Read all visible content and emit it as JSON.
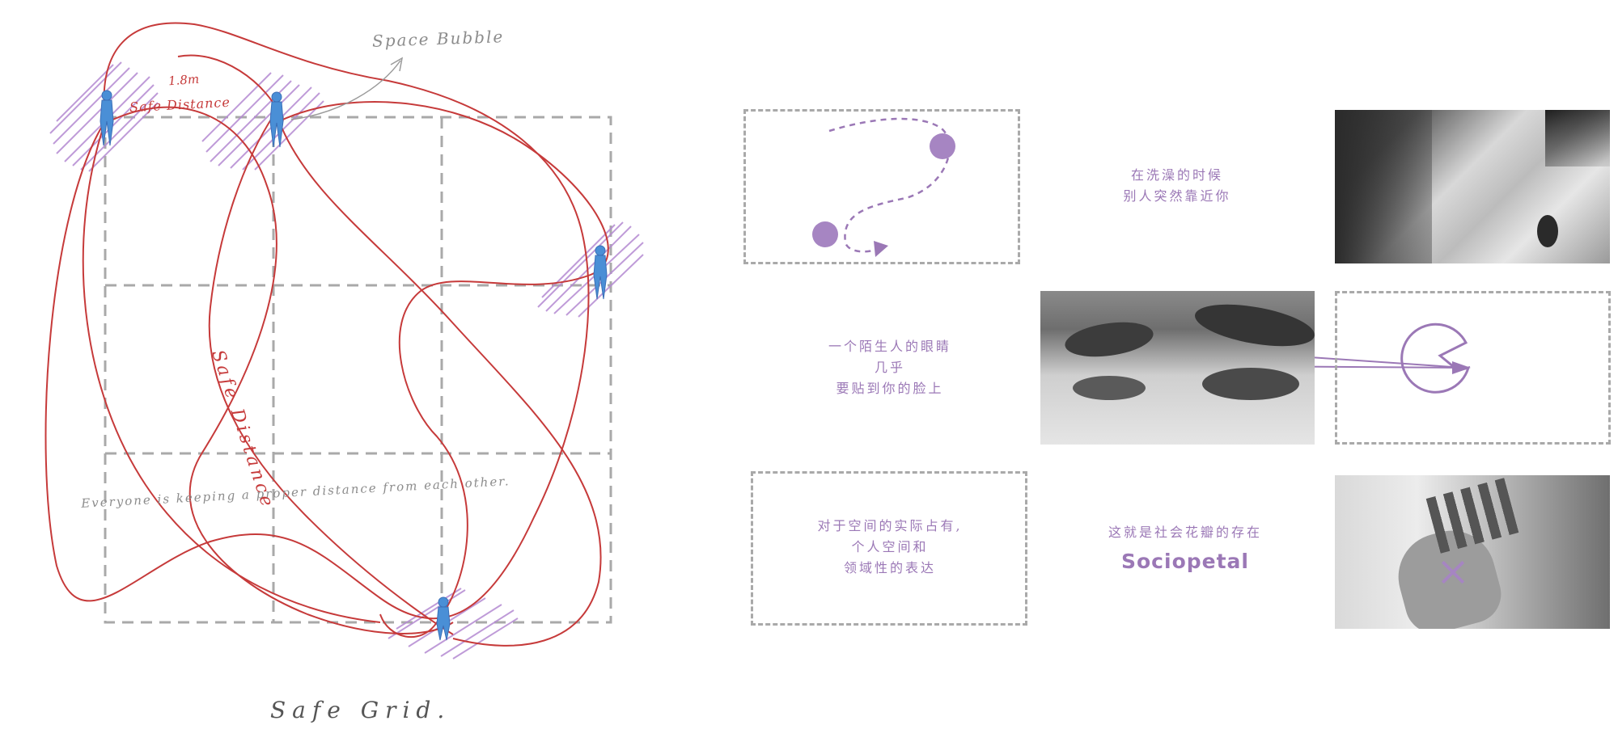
{
  "sketch": {
    "annotation_bubble": "Space Bubble",
    "annotation_distance": "1.8m",
    "annotation_safe_top": "Safe Distance",
    "annotation_safe_vertical": "Safe Distance",
    "annotation_sentence": "Everyone is keeping a proper distance from each other.",
    "caption": "Safe Grid."
  },
  "panels": {
    "text_shower_line1": "在洗澡的时候",
    "text_shower_line2": "别人突然靠近你",
    "text_eyes_line1": "一个陌生人的眼睛",
    "text_eyes_line2": "几乎",
    "text_eyes_line3": "要贴到你的脸上",
    "text_space_line1": "对于空间的实际占有,",
    "text_space_line2": "个人空间和",
    "text_space_line3": "领域性的表达",
    "text_petal": "这就是社会花瓣的存在",
    "text_sociopetal": "Sociopetal"
  },
  "colors": {
    "accent_purple": "#9b78b6",
    "sketch_red": "#c63a3a",
    "figure_blue": "#4a8fd6",
    "hatch_purple": "#b48ad2",
    "dash_gray": "#a9a9a9"
  }
}
